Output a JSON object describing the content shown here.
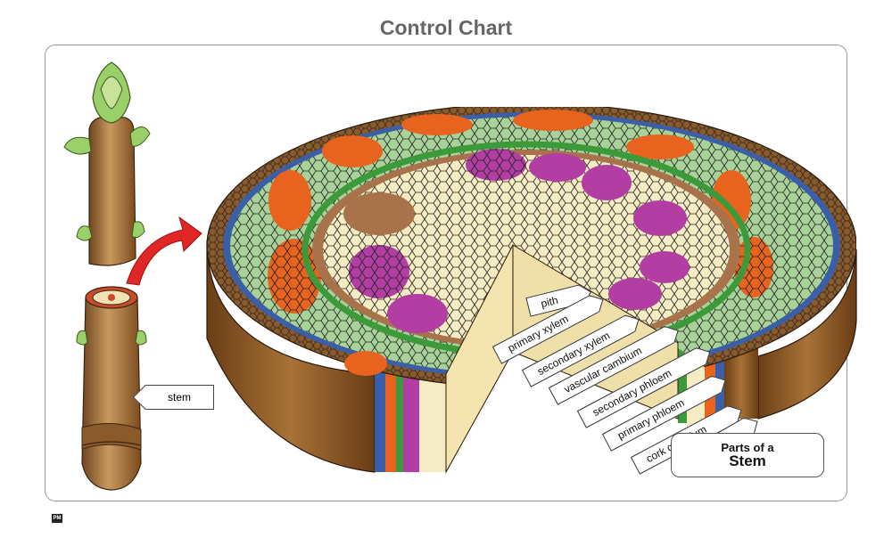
{
  "title": "Control Chart",
  "labels": {
    "stem": "stem",
    "pith": "pith",
    "primary_xylem": "primary xylem",
    "secondary_xylem": "secondary xylem",
    "vascular_cambium": "vascular cambium",
    "secondary_phloem": "secondary phloem",
    "primary_phloem": "primary phloem",
    "cork_cambium": "cork cambium",
    "cork": "cork"
  },
  "badge": {
    "line1": "Parts of a",
    "line2": "Stem"
  },
  "logo_text": "PM",
  "colors": {
    "bark": "#8a5a2b",
    "cork_blue": "#3a5fa8",
    "cortex_green": "#a9d29a",
    "phloem_orange": "#e8641e",
    "cambium_green": "#3d9a3a",
    "xylem_brown": "#a8734b",
    "xylem_purple": "#b23ea3",
    "pith_cream": "#f6ecc3",
    "arrow_red": "#e02626"
  }
}
